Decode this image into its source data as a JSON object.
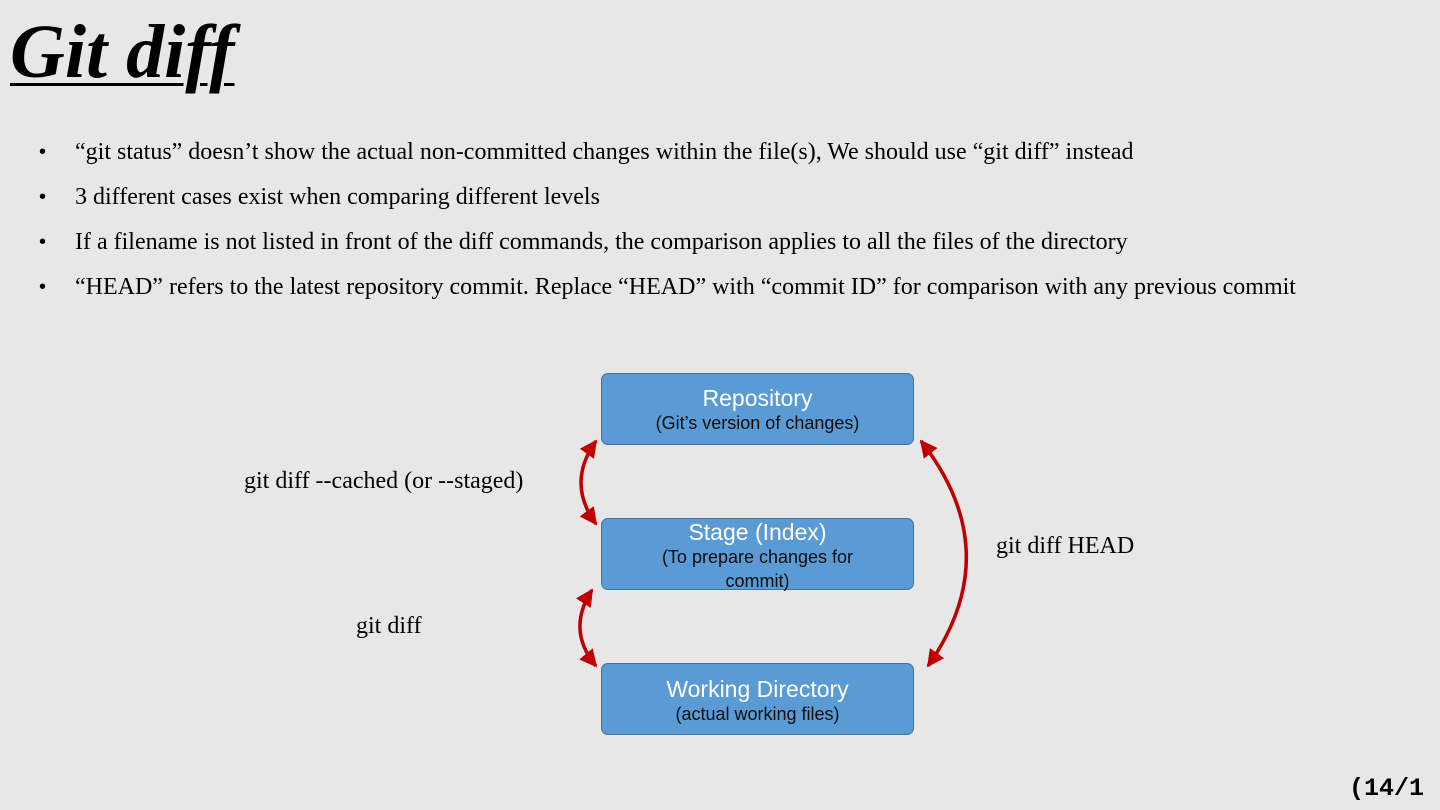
{
  "slide": {
    "title": "Git diff",
    "bullet_symbol": "•",
    "bullets": [
      "“git status” doesn’t show the actual non-committed changes within the file(s), We should use “git diff” instead",
      "3 different cases exist when comparing different levels",
      "If a filename is not listed in front of the diff commands, the comparison applies to all the files of the directory",
      "“HEAD” refers to the latest repository commit. Replace “HEAD” with “commit ID” for comparison with any previous commit"
    ],
    "page_number": "(14/1"
  },
  "diagram": {
    "repository": {
      "title": "Repository",
      "subtitle": "(Git’s version of changes)"
    },
    "stage": {
      "title": "Stage (Index)",
      "subtitle": "(To prepare changes for commit)"
    },
    "working": {
      "title": "Working Directory",
      "subtitle": "(actual working files)"
    },
    "labels": {
      "cached": "git diff --cached (or --staged)",
      "diff": "git diff",
      "head": "git diff HEAD"
    },
    "colors": {
      "box_fill": "#5b9bd5",
      "box_border": "#41719c",
      "arrow": "#c00000",
      "background": "#e7e7e7"
    }
  }
}
